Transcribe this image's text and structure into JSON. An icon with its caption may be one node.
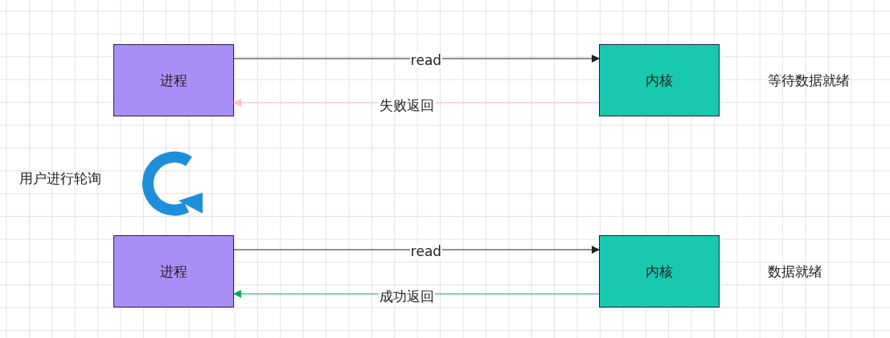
{
  "diagram": {
    "nodes": [
      {
        "text": [
          "进程"
        ]
      },
      {
        "text": [
          "内核"
        ],
        "beside": [
          "等待数据就绪"
        ]
      },
      {
        "text": [
          "进程"
        ]
      },
      {
        "text": [
          "内核"
        ],
        "beside": [
          "数据就绪"
        ]
      }
    ],
    "edges": [
      {
        "from": 0,
        "to": 1,
        "arrow": "to",
        "label": "read"
      },
      {
        "from": 1,
        "to": 0,
        "arrow": "to",
        "label": "失败返回",
        "color": "#ffc0c0"
      },
      {
        "from": 2,
        "to": 3,
        "arrow": "to",
        "label": "read"
      },
      {
        "from": 3,
        "to": 2,
        "arrow": "to",
        "label": "成功返回",
        "color": "#00b050"
      }
    ],
    "labels": [
      "用户进行轮询"
    ]
  }
}
